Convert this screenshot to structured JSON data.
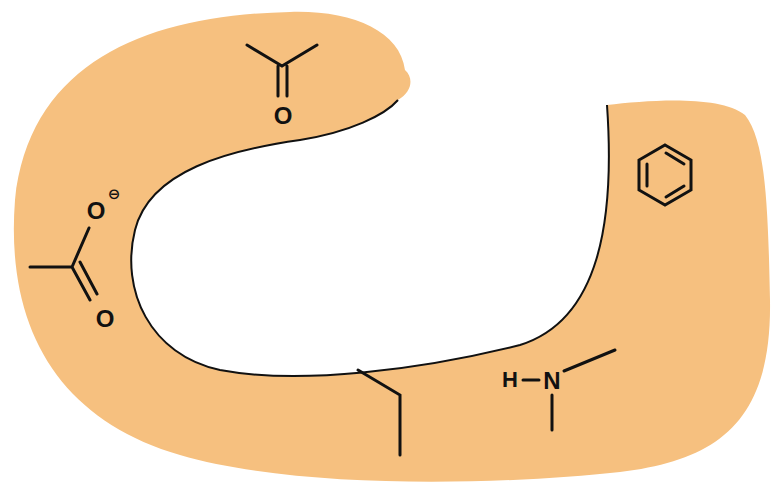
{
  "diagram": {
    "labels": [
      "O",
      "O",
      "⊖",
      "O",
      "H",
      "N"
    ]
  }
}
